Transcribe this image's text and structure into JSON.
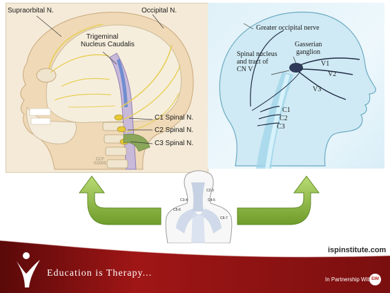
{
  "left_panel": {
    "labels": {
      "supraorbital": "Supraorbital N.",
      "occipital": "Occipital N.",
      "trigeminal_line1": "Trigeminal",
      "trigeminal_line2": "Nucleus Caudalis",
      "c1": "C1 Spinal N.",
      "c2": "C2 Spinal N.",
      "c3": "C3 Spinal N."
    },
    "watermark_line1": "CCF",
    "watermark_line2": "©2005"
  },
  "right_panel": {
    "labels": {
      "greater_occipital": "Greater occipital nerve",
      "gasserian_line1": "Gasserian",
      "gasserian_line2": "ganglion",
      "spinal_line1": "Spinal nucleus",
      "spinal_line2": "and tract of",
      "spinal_line3": "CN V",
      "v1": "V1",
      "v2": "V2",
      "v3": "V3",
      "c1": "C1",
      "c2": "C2",
      "c3": "C3"
    }
  },
  "center_figure": {
    "labels": {
      "c2_3": "C2-3",
      "c3_4": "C3-4",
      "c4_5": "C4-5",
      "c5_6": "C5-6",
      "c6_7": "C6-7"
    }
  },
  "footer": {
    "tagline": "Education is Therapy...",
    "url": "ispinstitute.com",
    "partner": "In Partnership With",
    "partner_logo": "EIM"
  },
  "colors": {
    "footer_red": "#a01616",
    "footer_dark": "#5a0909",
    "arrow_green": "#86b53a",
    "nerve_yellow": "#e8d35a",
    "right_blue": "#dff1f8"
  }
}
